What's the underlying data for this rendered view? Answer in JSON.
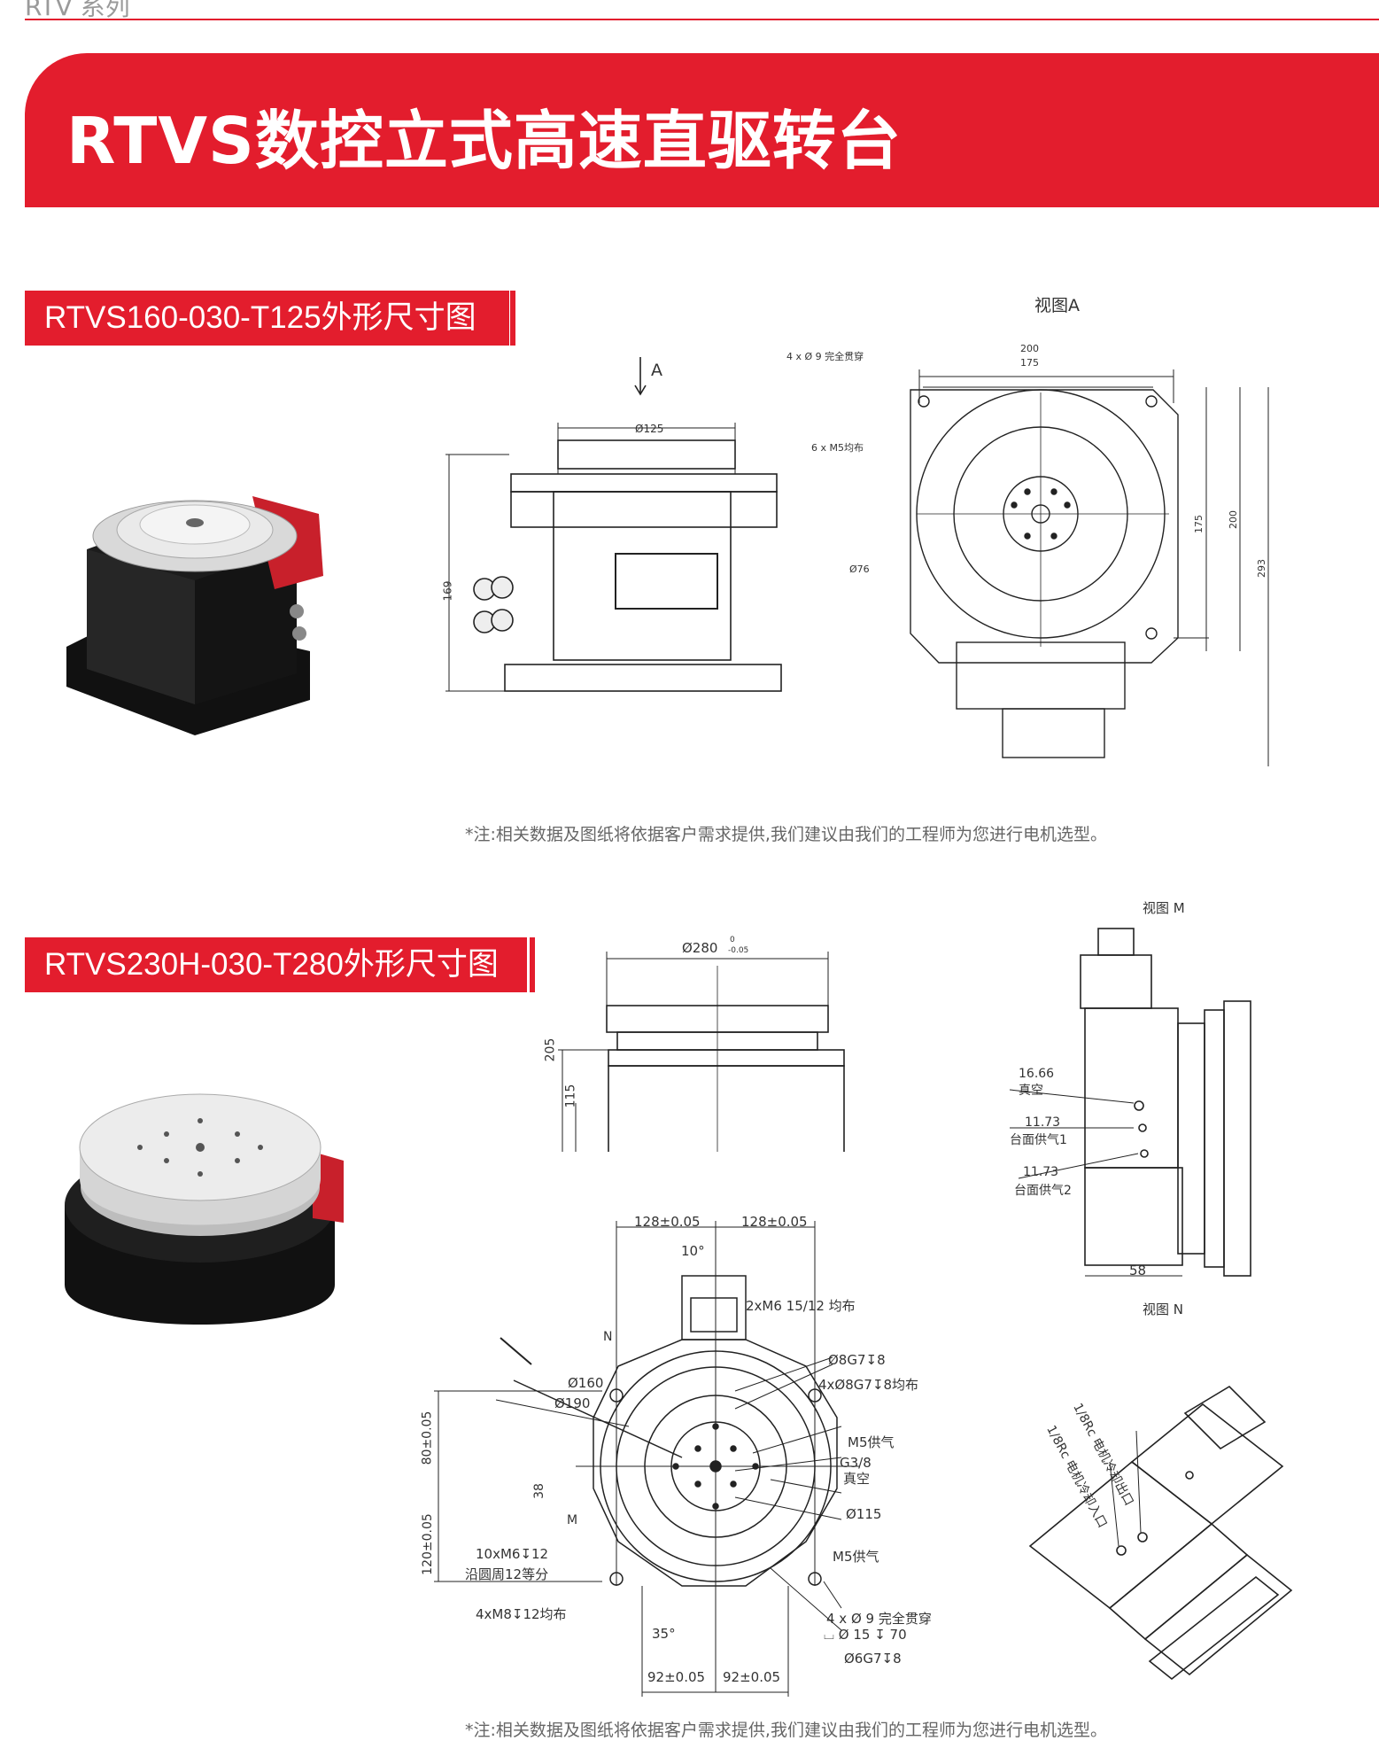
{
  "header": {
    "series": "RTV 系列",
    "title": "RTVS数控立式高速直驱转台"
  },
  "section1": {
    "title": "RTVS160-030-T125外形尺寸图",
    "view_a_title": "视图A",
    "arrow_label": "A",
    "front": {
      "dim_top": "Ø125",
      "dim_height": "169"
    },
    "top_view": {
      "dim_200": "200",
      "dim_175": "175",
      "hole_note": "4 x Ø 9 完全贯穿",
      "m5_note": "6 x M5均布",
      "dia76": "Ø76",
      "right_175": "175",
      "right_200": "200",
      "right_293": "293"
    },
    "note": "*注:相关数据及图纸将依据客户需求提供,我们建议由我们的工程师为您进行电机选型。"
  },
  "section2": {
    "title": "RTVS230H-030-T280外形尺寸图",
    "side": {
      "dia280": "Ø280",
      "tol_upper": "0",
      "tol_lower": "-0.05",
      "h205": "205",
      "h115": "115"
    },
    "view_m": {
      "title": "视图 M",
      "v1": "16.66",
      "v1_label": "真空",
      "v2": "11.73",
      "v2_label": "台面供气1",
      "v3": "11.73",
      "v3_label": "台面供气2",
      "w58": "58"
    },
    "view_n": {
      "title": "视图 N",
      "out_label": "1/8Rc 电机冷却出口",
      "in_label": "1/8Rc 电机冷却入口"
    },
    "plan": {
      "top_left": "128±0.05",
      "top_right": "128±0.05",
      "angle10": "10°",
      "m6_note": "2xM6 15/12 均布",
      "n_label": "N",
      "m_label": "M",
      "dia160": "Ø160",
      "dia190": "Ø190",
      "dia8_1": "Ø8G7↧8",
      "dia8_4": "4xØ8G7↧8均布",
      "m5_1": "M5供气",
      "g38": "G3/8",
      "g38_label": "真空",
      "dia115": "Ø115",
      "m5_2": "M5供气",
      "left_80": "80±0.05",
      "left_120": "120±0.05",
      "dim38": "38",
      "m6x10": "10xM6↧12",
      "m6x10_note": "沿圆周12等分",
      "m8": "4xM8↧12均布",
      "hole4": "4 x Ø 9 完全贯穿",
      "cbore": "⌴ Ø 15 ↧ 70",
      "dia6": "Ø6G7↧8",
      "angle35": "35°",
      "bottom_left": "92±0.05",
      "bottom_right": "92±0.05"
    },
    "note": "*注:相关数据及图纸将依据客户需求提供,我们建议由我们的工程师为您进行电机选型。"
  },
  "colors": {
    "accent": "#e31d2d",
    "line": "#222222"
  }
}
